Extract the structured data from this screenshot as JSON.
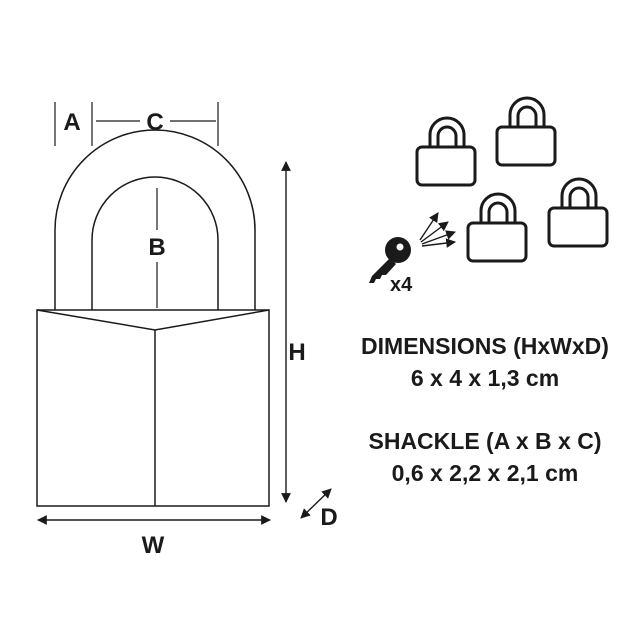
{
  "labels": {
    "a": "A",
    "b": "B",
    "c": "C",
    "h": "H",
    "w": "W",
    "d": "D",
    "key_count": "x4"
  },
  "dimensions": {
    "title": "DIMENSIONS (HxWxD)",
    "value": "6 x 4 x 1,3 cm"
  },
  "shackle": {
    "title": "SHACKLE (A x B x C)",
    "value": "0,6 x 2,2 x 2,1 cm"
  },
  "padlock_count": 4,
  "colors": {
    "line": "#1a1a1a",
    "background": "#ffffff"
  },
  "icons": [
    "padlock-icon",
    "key-icon"
  ]
}
